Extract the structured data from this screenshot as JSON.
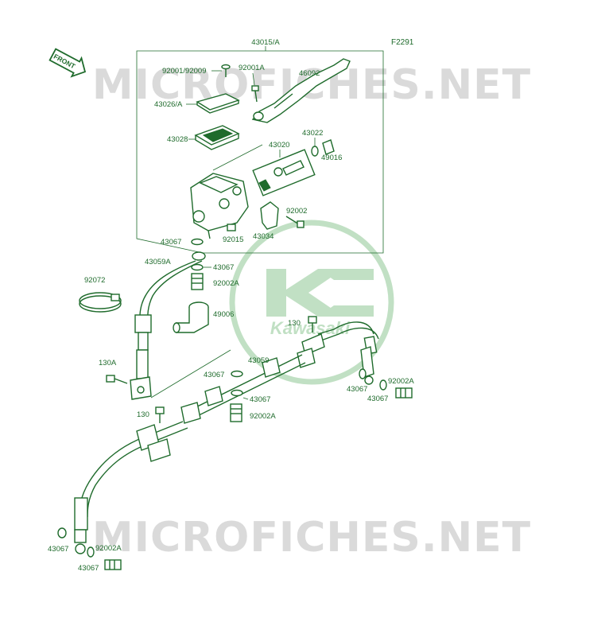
{
  "colors": {
    "line": "#1f6b2c",
    "watermark": "#d4d4d4",
    "kawasaki": "#8fc894"
  },
  "figure_code": "F2291",
  "front_arrow": "FRONT",
  "watermark_text": "MICROFICHES.NET",
  "brand_text": "Kawasaki",
  "labels": {
    "assembly": "43015/A",
    "screw_92001": "92001/92009",
    "bolt_92001a": "92001A",
    "lever": "46092",
    "cap": "43026/A",
    "diaphragm": "43028",
    "dust_boot": "43022",
    "piston_set": "43020",
    "pivot_washer": "49016",
    "holder_bolt": "92002",
    "holder": "43034",
    "cap_nut": "92015",
    "washer_top": "43067",
    "hose_upper": "43059A",
    "washer_a": "43067",
    "banjo_a": "92002A",
    "band": "92072",
    "joint": "49006",
    "bolt_130a": "130A",
    "washer_b": "43067",
    "hose_mid": "43059",
    "washer_c": "43067",
    "banjo_b": "92002A",
    "bolt_130_left": "130",
    "bolt_130_right": "130",
    "washer_r1": "43067",
    "banjo_r": "92002A",
    "washer_r2": "43067",
    "washer_l1": "43067",
    "banjo_l": "92002A",
    "washer_l2": "43067"
  }
}
